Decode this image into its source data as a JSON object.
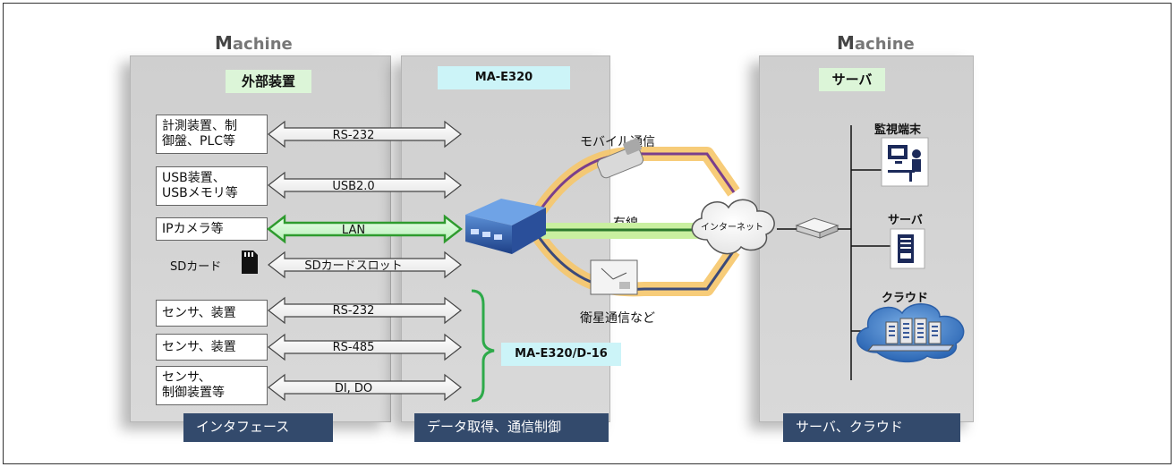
{
  "columns": {
    "left": {
      "heading_m": "M",
      "heading_rest": "achine",
      "tag": "外部装置",
      "footer": "インタフェース"
    },
    "middle": {
      "tag": "MA-E320",
      "footer": "データ取得、通信制御",
      "sub_model": "MA-E320/D-16"
    },
    "right": {
      "heading_m": "M",
      "heading_rest": "achine",
      "tag": "サーバ",
      "footer": "サーバ、クラウド"
    }
  },
  "devices": [
    {
      "label": "計測装置、制\n御盤、PLC等",
      "interface": "RS-232"
    },
    {
      "label": "USB装置、\nUSBメモリ等",
      "interface": "USB2.0"
    },
    {
      "label": "IPカメラ等",
      "interface": "LAN"
    },
    {
      "label": "SDカード",
      "interface": "SDカードスロット"
    },
    {
      "label": "センサ、装置",
      "interface": "RS-232"
    },
    {
      "label": "センサ、装置",
      "interface": "RS-485"
    },
    {
      "label": "センサ、\n制御装置等",
      "interface": "DI, DO"
    }
  ],
  "links": {
    "mobile": "モバイル通信",
    "wired": "有線",
    "satellite": "衛星通信など",
    "internet": "インターネット"
  },
  "server_side": {
    "monitor": "監視端末",
    "server": "サーバ",
    "cloud": "クラウド"
  },
  "colors": {
    "panel": "#d3d3d3",
    "footer": "#334a6c",
    "lan_green": "#2e9b2e",
    "route_orange": "#f6c66a",
    "route_green": "#c9f0a0",
    "mobile_line": "#7a3f8c",
    "satellite_line": "#3b4a7a"
  }
}
